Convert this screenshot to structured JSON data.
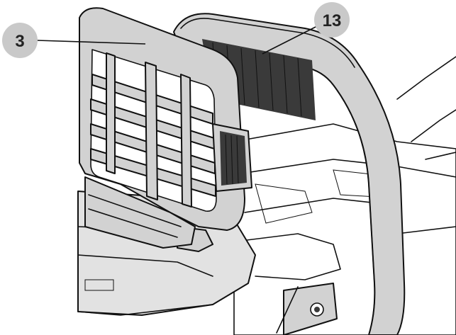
{
  "callouts": [
    {
      "id": "3",
      "label": "3"
    },
    {
      "id": "13",
      "label": "13"
    }
  ],
  "colors": {
    "bubble": "#c9c9c9",
    "part_fill": "#d2d2d2",
    "line": "#111111"
  }
}
